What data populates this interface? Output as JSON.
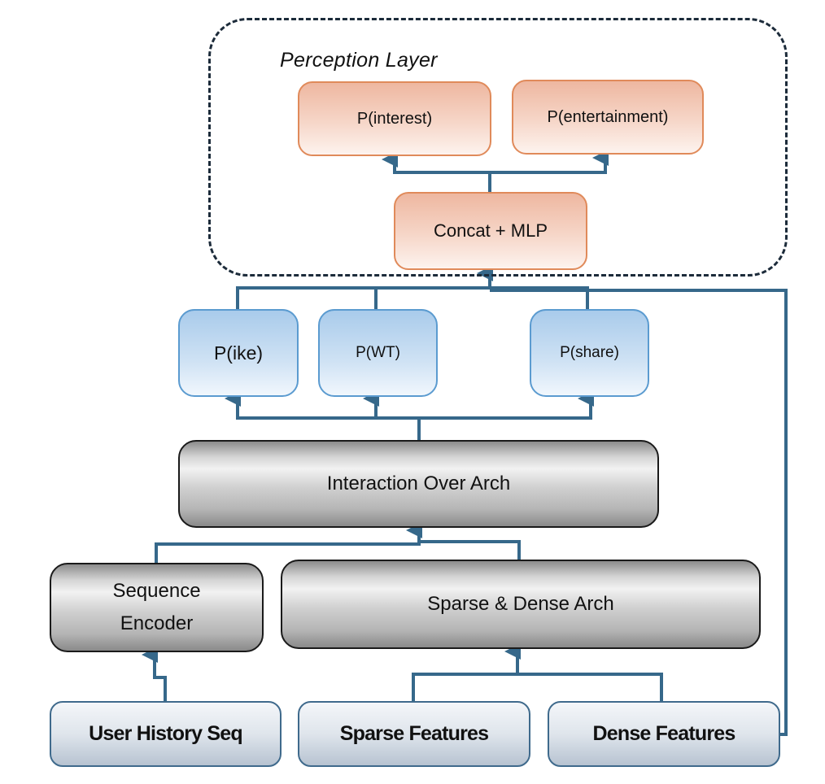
{
  "diagram": {
    "group": {
      "label": "Perception Layer"
    },
    "nodes": {
      "p_interest": "P(interest)",
      "p_entertainment": "P(entertainment)",
      "concat_mlp": "Concat + MLP",
      "p_like": "P(ike)",
      "p_wt": "P(WT)",
      "p_share": "P(share)",
      "interaction_arch": "Interaction Over Arch",
      "sequence_encoder_line1": "Sequence",
      "sequence_encoder_line2": "Encoder",
      "sparse_dense_arch": "Sparse & Dense Arch",
      "user_history_seq": "User History Seq",
      "sparse_features": "Sparse Features",
      "dense_features": "Dense Features"
    },
    "edges": [
      {
        "from": "User History Seq",
        "to": "Sequence Encoder"
      },
      {
        "from": "Sparse Features",
        "to": "Sparse & Dense Arch"
      },
      {
        "from": "Dense Features",
        "to": "Sparse & Dense Arch"
      },
      {
        "from": "Sequence Encoder",
        "to": "Interaction Over Arch"
      },
      {
        "from": "Sparse & Dense Arch",
        "to": "Interaction Over Arch"
      },
      {
        "from": "Interaction Over Arch",
        "to": "P(ike)"
      },
      {
        "from": "Interaction Over Arch",
        "to": "P(WT)"
      },
      {
        "from": "Interaction Over Arch",
        "to": "P(share)"
      },
      {
        "from": "P(ike)",
        "to": "Concat + MLP"
      },
      {
        "from": "P(WT)",
        "to": "Concat + MLP"
      },
      {
        "from": "P(share)",
        "to": "Concat + MLP"
      },
      {
        "from": "Dense Features",
        "to": "Concat + MLP"
      },
      {
        "from": "Concat + MLP",
        "to": "P(interest)"
      },
      {
        "from": "Concat + MLP",
        "to": "P(entertainment)"
      }
    ],
    "colors": {
      "connector": "#36688a",
      "group_border": "#1c2b3a",
      "orange_border": "#e08a5a",
      "blue_border": "#5b9bd0",
      "gray_border": "#1a1a1a",
      "feature_border": "#3f6a8c"
    }
  }
}
